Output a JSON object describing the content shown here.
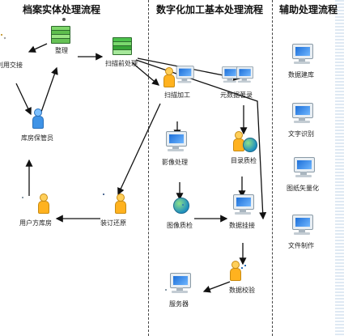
{
  "columns": [
    {
      "title": "档案实体处理流程"
    },
    {
      "title": "数字化加工基本处理流程"
    },
    {
      "title": "辅助处理流程"
    }
  ],
  "nodes": [
    {
      "id": "usage-handover",
      "label": "利用交接",
      "icon": "clipboard-icon"
    },
    {
      "id": "organize",
      "label": "整理",
      "icon": "books-magnifier-icon"
    },
    {
      "id": "warehouse-keeper",
      "label": "库房保管员",
      "icon": "keeper-person-icon"
    },
    {
      "id": "user-warehouse",
      "label": "用户方库房",
      "icon": "warehouse-person-icon"
    },
    {
      "id": "binding-restore",
      "label": "装订还原",
      "icon": "binder-person-icon"
    },
    {
      "id": "pre-scan",
      "label": "扫描前处理",
      "icon": "green-books-icon"
    },
    {
      "id": "scan-process",
      "label": "扫描加工",
      "icon": "scanner-person-icon"
    },
    {
      "id": "metadata-cataloging",
      "label": "元数据著录",
      "icon": "dual-computer-icon"
    },
    {
      "id": "image-process",
      "label": "影像处理",
      "icon": "computer-icon"
    },
    {
      "id": "catalog-qc",
      "label": "目录质检",
      "icon": "person-globe-icon"
    },
    {
      "id": "image-qc",
      "label": "图像质检",
      "icon": "globe-icon"
    },
    {
      "id": "data-linking",
      "label": "数据挂接",
      "icon": "computer-icon"
    },
    {
      "id": "server",
      "label": "服务器",
      "icon": "server-computer-icon"
    },
    {
      "id": "data-verification",
      "label": "数据校验",
      "icon": "person-papers-icon"
    },
    {
      "id": "db-build",
      "label": "数据建库",
      "icon": "computer-icon"
    },
    {
      "id": "text-recognition",
      "label": "文字识别",
      "icon": "computer-icon"
    },
    {
      "id": "drawing-vectorization",
      "label": "图纸矢量化",
      "icon": "computer-icon"
    },
    {
      "id": "file-production",
      "label": "文件制作",
      "icon": "computer-icon"
    }
  ],
  "colors": {
    "line": "#111111",
    "divider": "#444444",
    "accent": "#1d6fd8"
  }
}
